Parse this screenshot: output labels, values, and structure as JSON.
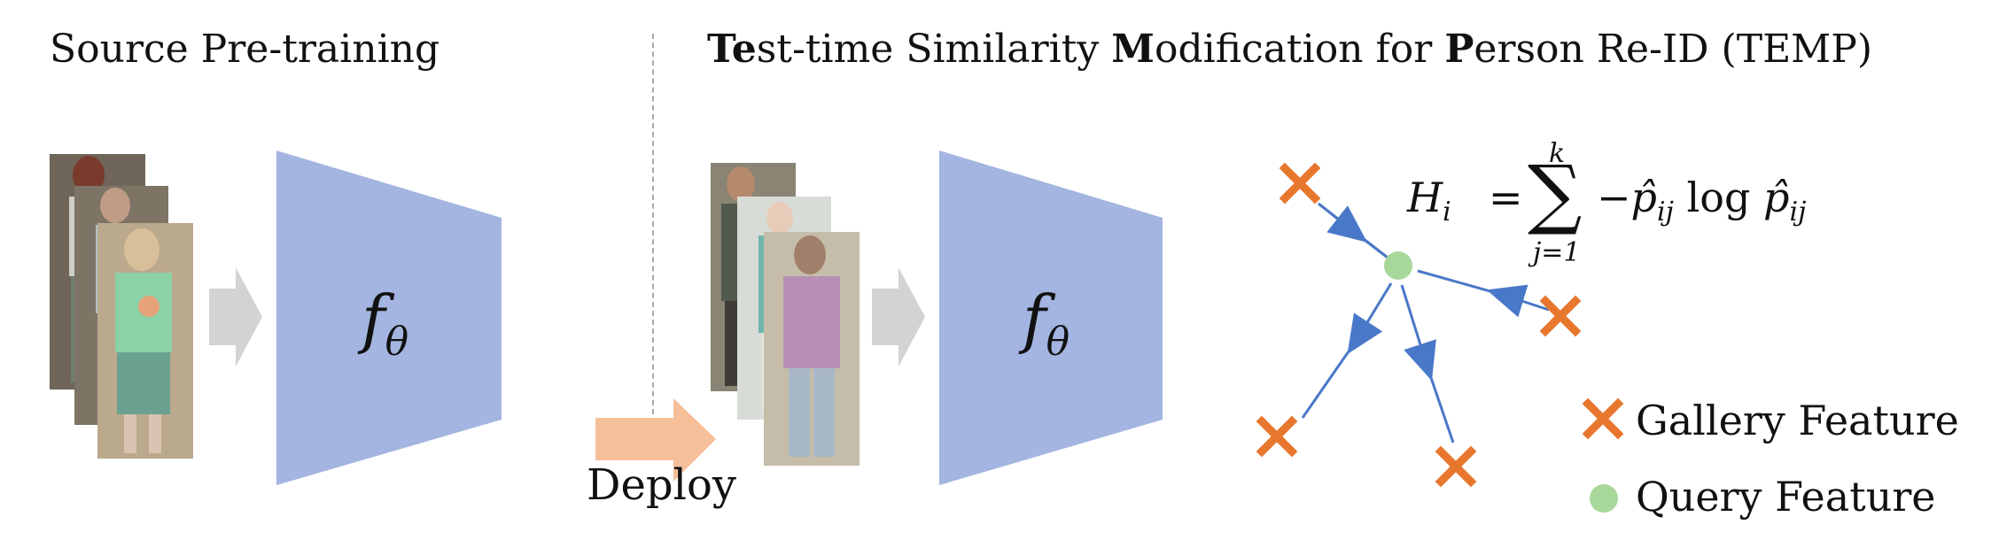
{
  "left_panel": {
    "title": "Source Pre-training",
    "model_label": "f",
    "model_subscript": "θ"
  },
  "deploy_label": "Deploy",
  "right_panel": {
    "title_parts": [
      {
        "text": "Te",
        "bold": true
      },
      {
        "text": "st-time Similarity ",
        "bold": false
      },
      {
        "text": "M",
        "bold": true
      },
      {
        "text": "odification for ",
        "bold": false
      },
      {
        "text": "P",
        "bold": true
      },
      {
        "text": "erson Re-ID (TEMP)",
        "bold": false
      }
    ],
    "model_label": "f",
    "model_subscript": "θ",
    "formula": {
      "lhs": "H",
      "lhs_sub": "i",
      "sum_upper": "k",
      "sum_lower": "j=1",
      "rhs": "−p̂",
      "rhs_sub": "ij",
      "log": "log",
      "rhs2": "p̂",
      "rhs2_sub": "ij"
    }
  },
  "legend": {
    "gallery": "Gallery Feature",
    "query": "Query Feature"
  },
  "colors": {
    "model": "#a3b5e0",
    "arrow_gray": "#d3d3d3",
    "deploy_arrow": "#f5bf9a",
    "gallery_marker": "#e8772e",
    "query_marker": "#a8d79a",
    "edge": "#4a78c8",
    "divider": "#aaaaaa"
  }
}
